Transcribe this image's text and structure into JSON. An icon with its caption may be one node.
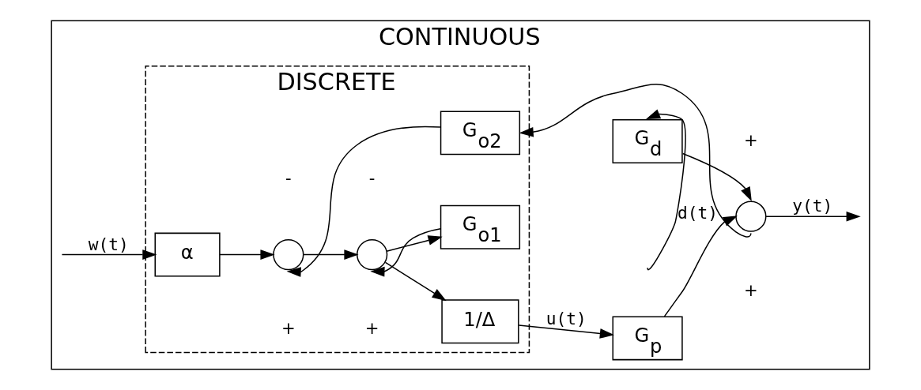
{
  "diagram": {
    "nodes": [
      {
        "text": [
          "CONTINUOUS"
        ]
      },
      {
        "text": [
          "DISCRETE"
        ],
        "in": 0
      },
      {
        "text": [
          "α"
        ],
        "in": 1
      },
      {
        "text": [],
        "shape": "circle",
        "in": 1,
        "beside": [
          "+",
          "-"
        ]
      },
      {
        "text": [],
        "shape": "circle",
        "in": 1,
        "beside": [
          "+",
          "-"
        ]
      },
      {
        "text": [
          "1/Δ"
        ],
        "in": 1
      },
      {
        "text": [
          "G$_{o1}$"
        ],
        "in": 1
      },
      {
        "text": [
          "G$_{o2}$"
        ],
        "in": 1
      },
      {
        "text": [
          "G$_{d}$"
        ],
        "in": 0
      },
      {
        "text": [
          "G$_{p}$"
        ],
        "in": 0
      },
      {
        "text": [],
        "shape": "circle",
        "in": 0,
        "beside": [
          "+",
          "+"
        ]
      }
    ],
    "edges": [
      {
        "from": null,
        "to": 2,
        "arrow": "to",
        "label": "w(t)"
      },
      {
        "from": 2,
        "to": 3,
        "arrow": "to"
      },
      {
        "from": 3,
        "to": 4,
        "arrow": "to"
      },
      {
        "from": 4,
        "to": 5,
        "arrow": "to"
      },
      {
        "from": 4,
        "to": 6,
        "arrow": "to"
      },
      {
        "from": 6,
        "to": 4,
        "arrow": "to"
      },
      {
        "from": 5,
        "to": 9,
        "arrow": "to",
        "label": "u(t)"
      },
      {
        "from": 9,
        "to": 10,
        "arrow": "to"
      },
      {
        "from": null,
        "to": 8,
        "arrow": "to",
        "label": "d(t)"
      },
      {
        "from": 8,
        "to": 10,
        "arrow": "to"
      },
      {
        "from": 10,
        "to": null,
        "arrow": "to",
        "label": "y(t)"
      },
      {
        "from": 10,
        "to": 7,
        "arrow": "to"
      },
      {
        "from": 7,
        "to": 3,
        "arrow": "to"
      }
    ]
  }
}
